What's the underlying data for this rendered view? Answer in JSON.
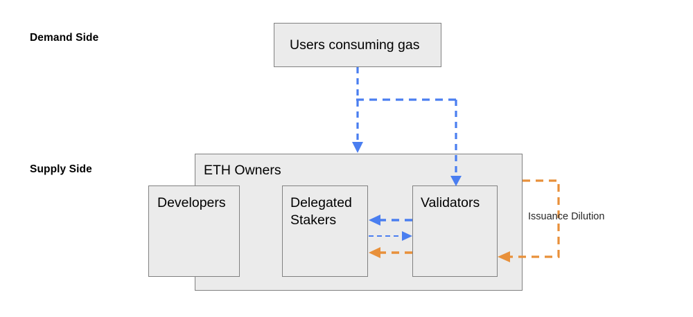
{
  "diagram": {
    "title_labels": {
      "demand_side": "Demand Side",
      "supply_side": "Supply Side"
    },
    "nodes": {
      "users": {
        "label": "Users consuming gas"
      },
      "eth_owners": {
        "label": "ETH Owners"
      },
      "developers": {
        "label": "Developers"
      },
      "delegated_stakers": {
        "label": "Delegated\nStakers"
      },
      "validators": {
        "label": "Validators"
      }
    },
    "annotations": {
      "issuance_dilution": "Issuance Dilution"
    },
    "colors": {
      "blue": "#4a7ef0",
      "orange": "#e8903a",
      "box_fill": "#ebebeb",
      "box_stroke": "#808080",
      "text": "#000000",
      "background": "#ffffff"
    },
    "edges": [
      {
        "name": "users-to-eth-owners",
        "from": "users",
        "to": "eth_owners",
        "color": "#4a7ef0",
        "style": "dashed",
        "direction": "down"
      },
      {
        "name": "users-to-validators",
        "from": "users",
        "to": "validators",
        "color": "#4a7ef0",
        "style": "dashed",
        "direction": "down"
      },
      {
        "name": "validators-to-delegated-stakers-blue",
        "from": "validators",
        "to": "delegated_stakers",
        "color": "#4a7ef0",
        "style": "dashed",
        "direction": "left"
      },
      {
        "name": "delegated-stakers-to-validators-blue-thin",
        "from": "delegated_stakers",
        "to": "validators",
        "color": "#4a7ef0",
        "style": "dashed-thin",
        "direction": "right"
      },
      {
        "name": "validators-to-delegated-stakers-orange",
        "from": "validators",
        "to": "delegated_stakers",
        "color": "#e8903a",
        "style": "dashed",
        "direction": "left"
      },
      {
        "name": "issuance-dilution-loop",
        "from": "eth_owners",
        "to": "validators",
        "color": "#e8903a",
        "style": "dashed",
        "direction": "left",
        "label": "Issuance Dilution"
      }
    ]
  }
}
